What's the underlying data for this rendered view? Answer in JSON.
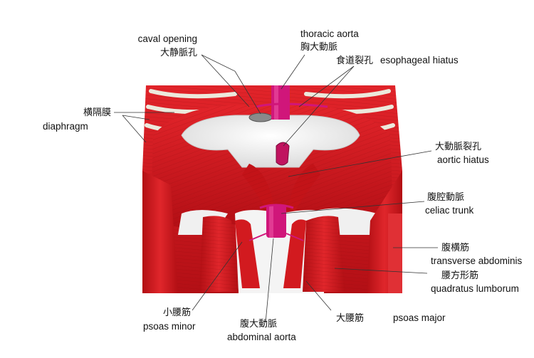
{
  "labels": {
    "caval_opening": {
      "en": "caval opening",
      "ja": "大静脈孔"
    },
    "thoracic_aorta": {
      "en": "thoracic aorta",
      "ja": "胸大動脈"
    },
    "esophageal_hiatus": {
      "en": "esophageal hiatus",
      "ja": "食道裂孔"
    },
    "diaphragm": {
      "en": "diaphragm",
      "ja": "横隔膜"
    },
    "aortic_hiatus": {
      "en": "aortic hiatus",
      "ja": "大動脈裂孔"
    },
    "celiac_trunk": {
      "en": "celiac trunk",
      "ja": "腹腔動脈"
    },
    "transverse_abdominis": {
      "en": "transverse abdominis",
      "ja": "腹横筋"
    },
    "quadratus_lumborum": {
      "en": "quadratus lumborum",
      "ja": "腰方形筋"
    },
    "psoas_minor": {
      "en": "psoas minor",
      "ja": "小腰筋"
    },
    "abdominal_aorta": {
      "en": "abdominal aorta",
      "ja": "腹大動脈"
    },
    "psoas_major": {
      "en": "psoas major",
      "ja": "大腰筋"
    }
  },
  "colors": {
    "muscle": "#d8161d",
    "muscle_dark": "#a80d12",
    "tendon": "#f2f2f2",
    "rib": "#ece9dc",
    "aorta": "#d0167a",
    "leader": "#333333"
  }
}
